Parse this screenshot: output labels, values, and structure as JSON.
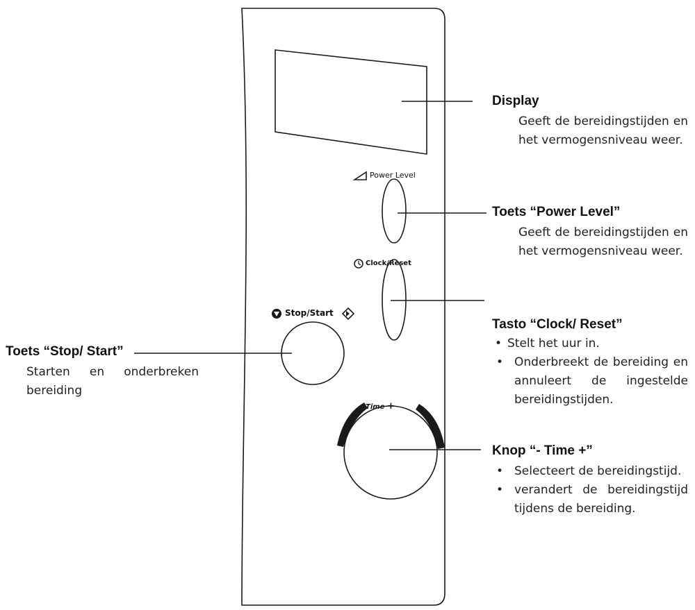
{
  "panel_labels": {
    "power_level": "Power Level",
    "clock_reset": "Clock/Reset",
    "stop_start": "Stop/Start",
    "time_minus": "–",
    "time_label": "Time",
    "time_plus": "+"
  },
  "callouts": {
    "display": {
      "title": "Display",
      "desc": "Geeft de bereidingstijden en het vermogensniveau weer."
    },
    "power_level": {
      "title": "Toets “Power Level”",
      "desc": "Geeft de bereidingstijden en het vermogensniveau weer."
    },
    "clock_reset": {
      "title": "Tasto “Clock/ Reset”",
      "items": [
        "Stelt het uur in.",
        "Onderbreekt de bereiding en annuleert de ingestelde bereidingstijden."
      ]
    },
    "stop_start": {
      "title": "Toets “Stop/ Start”",
      "desc": "Starten en onderbreken bereiding"
    },
    "time_knob": {
      "title": "Knop “- Time +”",
      "items": [
        "Selecteert de bereidingstijd.",
        "verandert de bereidingstijd tijdens de bereiding."
      ]
    }
  },
  "colors": {
    "line": "#1a1a1a",
    "panel": "#ffffff"
  }
}
